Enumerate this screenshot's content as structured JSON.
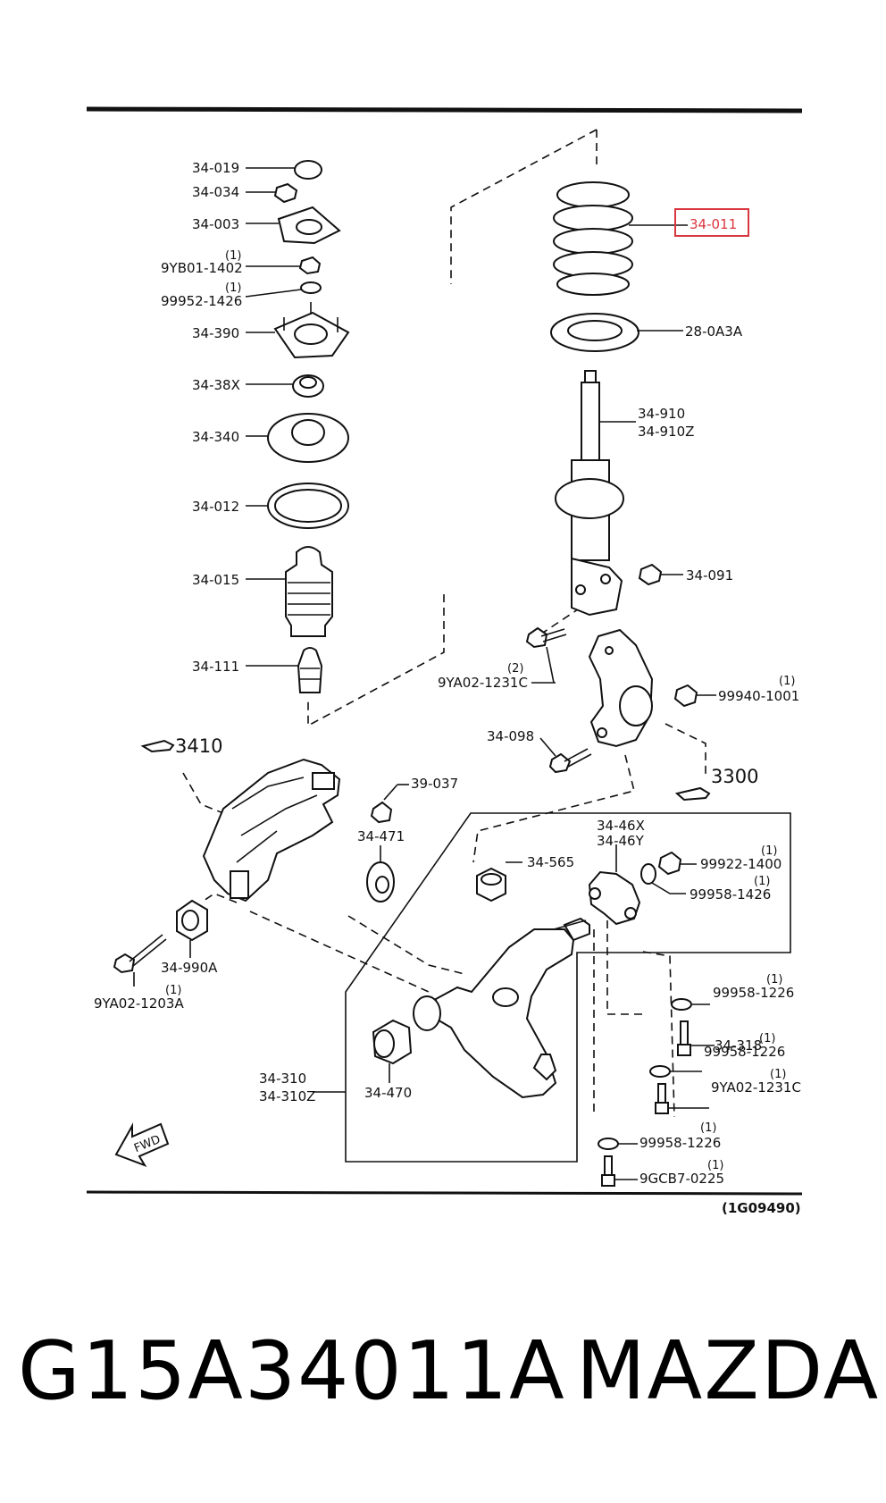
{
  "labels": {
    "p34019": "34-019",
    "p34034": "34-034",
    "p34003": "34-003",
    "p9yb01": "9YB01-1402",
    "p9yb01_q": "(1)",
    "p99952": "99952-1426",
    "p99952_q": "(1)",
    "p34390": "34-390",
    "p3438x": "34-38X",
    "p34340": "34-340",
    "p34012": "34-012",
    "p34015": "34-015",
    "p34111": "34-111",
    "p34011": "34-011",
    "p280a3a": "28-0A3A",
    "p34910": "34-910",
    "p34910z": "34-910Z",
    "p34091": "34-091",
    "p9ya02a": "9YA02-1231C",
    "p9ya02a_q": "(2)",
    "p99940": "99940-1001",
    "p99940_q": "(1)",
    "p34098": "34-098",
    "r3410": "3410",
    "r3300": "3300",
    "p39037": "39-037",
    "p34471": "34-471",
    "p3446x": "34-46X",
    "p3446y": "34-46Y",
    "p34565": "34-565",
    "p99922": "99922-1400",
    "p99922_q": "(1)",
    "p99958a": "99958-1426",
    "p99958a_q": "(1)",
    "p34990a": "34-990A",
    "p9ya02b": "9YA02-1203A",
    "p9ya02b_q": "(1)",
    "p99958b": "99958-1226",
    "p99958b_q": "(1)",
    "p34318": "34-318",
    "p99958c": "99958-1226",
    "p99958c_q": "(1)",
    "p9ya02c": "9YA02-1231C",
    "p9ya02c_q": "(1)",
    "p34310": "34-310",
    "p34310z": "34-310Z",
    "p34470": "34-470",
    "p99958d": "99958-1226",
    "p99958d_q": "(1)",
    "p9gcb7": "9GCB7-0225",
    "p9gcb7_q": "(1)",
    "fwd": "FWD",
    "drawing_code": "(1G09490)"
  },
  "highlight_color": "#d9363e",
  "footer": {
    "part_number": "G15A34011A",
    "brand": "MAZDA"
  }
}
